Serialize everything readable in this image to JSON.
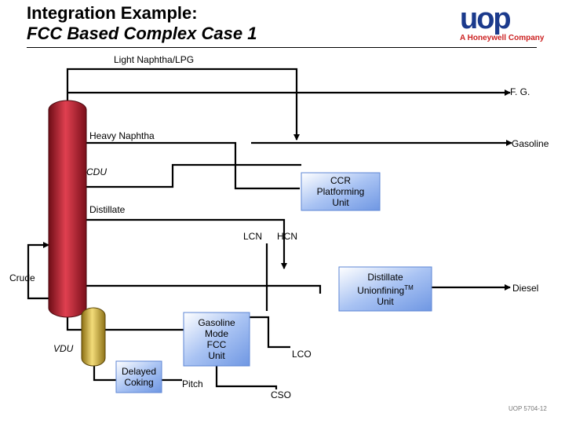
{
  "header": {
    "title_line1": "Integration Example:",
    "title_line2": "FCC Based Complex Case 1"
  },
  "logo": {
    "brand": "uop",
    "tagline": "A Honeywell Company"
  },
  "streams": {
    "light_naphtha_lpg": "Light Naphtha/LPG",
    "fg": "F. G.",
    "heavy_naphtha": "Heavy Naphtha",
    "gasoline": "Gasoline",
    "distillate": "Distillate",
    "lcn": "LCN",
    "hcn": "HCN",
    "crude": "Crude",
    "diesel": "Diesel",
    "lco": "LCO",
    "pitch": "Pitch",
    "cso": "CSO"
  },
  "units": {
    "cdu": "CDU",
    "vdu": "VDU",
    "ccr": [
      "CCR",
      "Platforming",
      "Unit"
    ],
    "unionfining": [
      "Distillate",
      "Unionfining",
      "Unit"
    ],
    "unionfining_tm": "TM",
    "fcc": [
      "Gasoline",
      "Mode",
      "FCC",
      "Unit"
    ],
    "coking": [
      "Delayed",
      "Coking"
    ]
  },
  "footer": {
    "code": "UOP 5704-12"
  },
  "colors": {
    "cdu_column": "#c41e2e",
    "vdu_column": "#d4b23a",
    "process_unit": "#8fb2ee",
    "logo_blue": "#1b3a8c",
    "logo_red": "#cc2222"
  }
}
